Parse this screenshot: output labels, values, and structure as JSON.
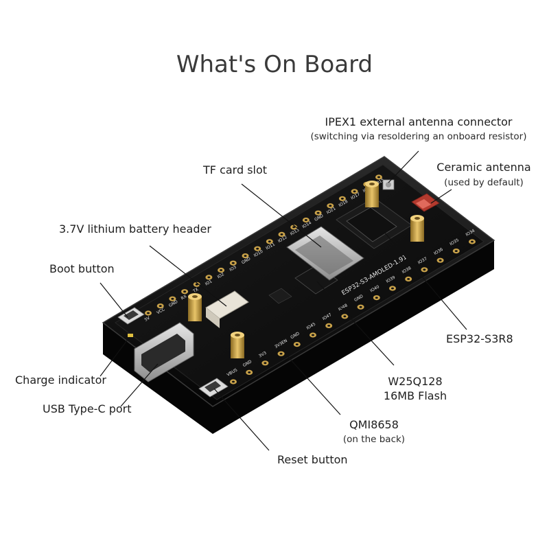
{
  "title": "What's On Board",
  "labels": {
    "ipex_title": "IPEX1 external antenna connector",
    "ipex_sub": "(switching via resoldering an onboard resistor)",
    "ceramic_title": "Ceramic antenna",
    "ceramic_sub": "(used by default)",
    "tf_card": "TF card slot",
    "battery": "3.7V lithium battery header",
    "boot": "Boot button",
    "charge": "Charge indicator",
    "usb": "USB Type-C port",
    "esp32": "ESP32-S3R8",
    "flash_title": "W25Q128",
    "flash_sub": "16MB Flash",
    "qmi_title": "QMI8658",
    "qmi_sub": "(on the back)",
    "reset": "Reset button"
  },
  "board": {
    "silkscreen": "ESP32-S3-AMOLED-1.91",
    "top_pins": [
      "IO15",
      "IO16",
      "IO17",
      "IO18",
      "IO21",
      "GND",
      "IO14",
      "IO13",
      "IO12",
      "IO11",
      "IO10",
      "GND",
      "IO3",
      "IO2",
      "IO1",
      "TX",
      "RX",
      "GND",
      "VCC",
      "5V"
    ],
    "bottom_pins": [
      "VBUS",
      "GND",
      "3V3",
      "3V3EN",
      "GND",
      "IO45",
      "IO47",
      "IO48",
      "GND",
      "IO40",
      "IO39",
      "IO38",
      "IO37",
      "IO36",
      "IO35",
      "IO34"
    ],
    "colors": {
      "case": "#141414",
      "pcb": "#0d0d0d",
      "gold": "#c9a24a",
      "silk": "#e8e8e8",
      "led_red": "#c0392b"
    }
  }
}
